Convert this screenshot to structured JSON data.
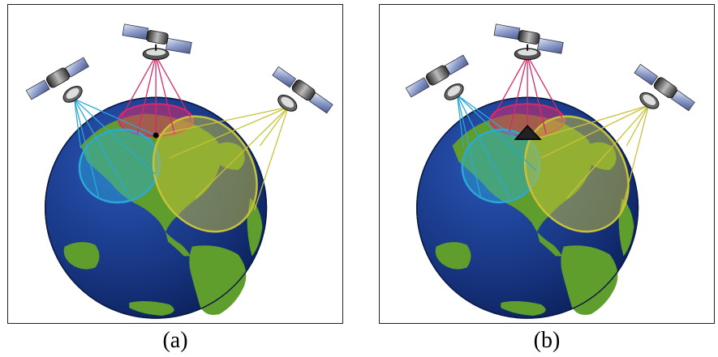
{
  "panels": [
    {
      "caption": "(a)",
      "intersection_marker": "dot"
    },
    {
      "caption": "(b)",
      "intersection_marker": "triangle"
    }
  ],
  "colors": {
    "ocean": "#15317a",
    "land": "#5f9e2c",
    "satellite_center_beam": "#d8286a",
    "satellite_left_beam": "#2aa8d8",
    "satellite_right_beam": "#c8c23a",
    "frame": "#222222"
  },
  "icons": [
    "satellite-icon",
    "globe-icon"
  ]
}
